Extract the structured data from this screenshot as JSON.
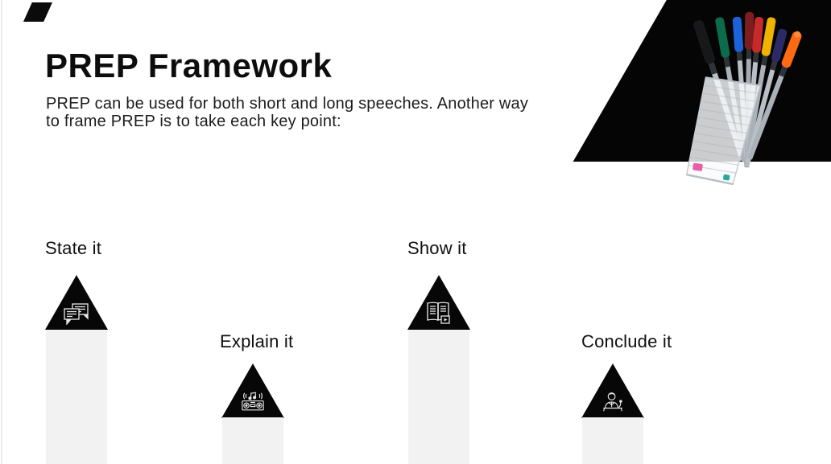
{
  "slide": {
    "title": "PREP Framework",
    "subtitle": "PREP can be used for both short and long speeches. Another way to frame PREP is to take each key point:",
    "colors": {
      "background": "#ffffff",
      "accent_black": "#070707",
      "column_gray": "#f2f2f2",
      "text": "#1c1c1c"
    },
    "steps": [
      {
        "label": "State it",
        "icon": "chat-bubbles-icon",
        "size": "tall"
      },
      {
        "label": "Explain it",
        "icon": "music-player-icon",
        "size": "short"
      },
      {
        "label": "Show it",
        "icon": "open-book-play-icon",
        "size": "tall"
      },
      {
        "label": "Conclude it",
        "icon": "presenter-icon",
        "size": "short"
      }
    ],
    "decor": {
      "image": "pens-in-clear-cup",
      "pen_cap_colors": [
        "#17181a",
        "#0c6b4b",
        "#1a63d8",
        "#7e1d1d",
        "#c62a2a",
        "#f0b400",
        "#2b2a66",
        "#ff6a13"
      ]
    }
  }
}
